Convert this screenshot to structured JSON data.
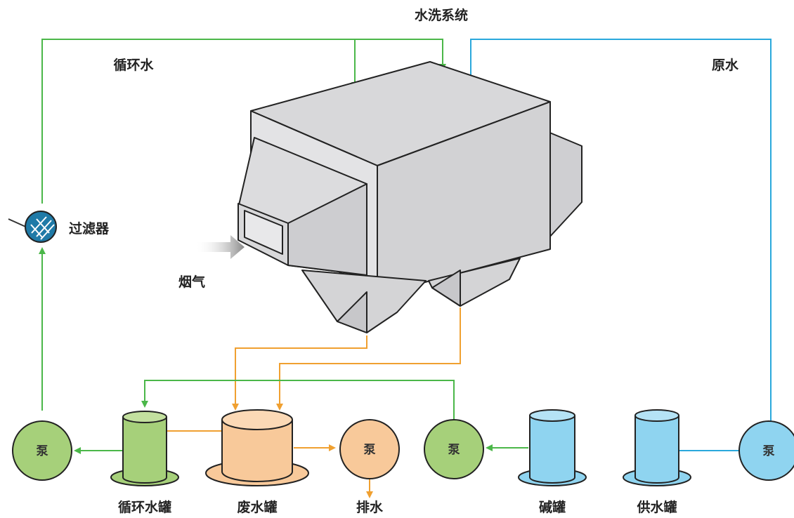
{
  "labels": {
    "wash_system": "水洗系统",
    "circulating_water": "循环水",
    "raw_water": "原水",
    "filter": "过滤器",
    "flue_gas": "烟气",
    "circ_tank": "循环水罐",
    "waste_tank": "废水罐",
    "drain": "排水",
    "alkali_tank": "碱罐",
    "supply_tank": "供水罐"
  },
  "pumps": [
    "泵",
    "泵",
    "泵",
    "泵"
  ],
  "colors": {
    "green_pipe": "#4bb749",
    "blue_pipe": "#2aa8dc",
    "orange_pipe": "#f0a030",
    "green_fill": "#a6d07a",
    "orange_fill": "#f8c99a",
    "blue_fill": "#8fd4f0",
    "gray_fill": "#d4d4d6",
    "filter_fill": "#1f7aa7"
  }
}
